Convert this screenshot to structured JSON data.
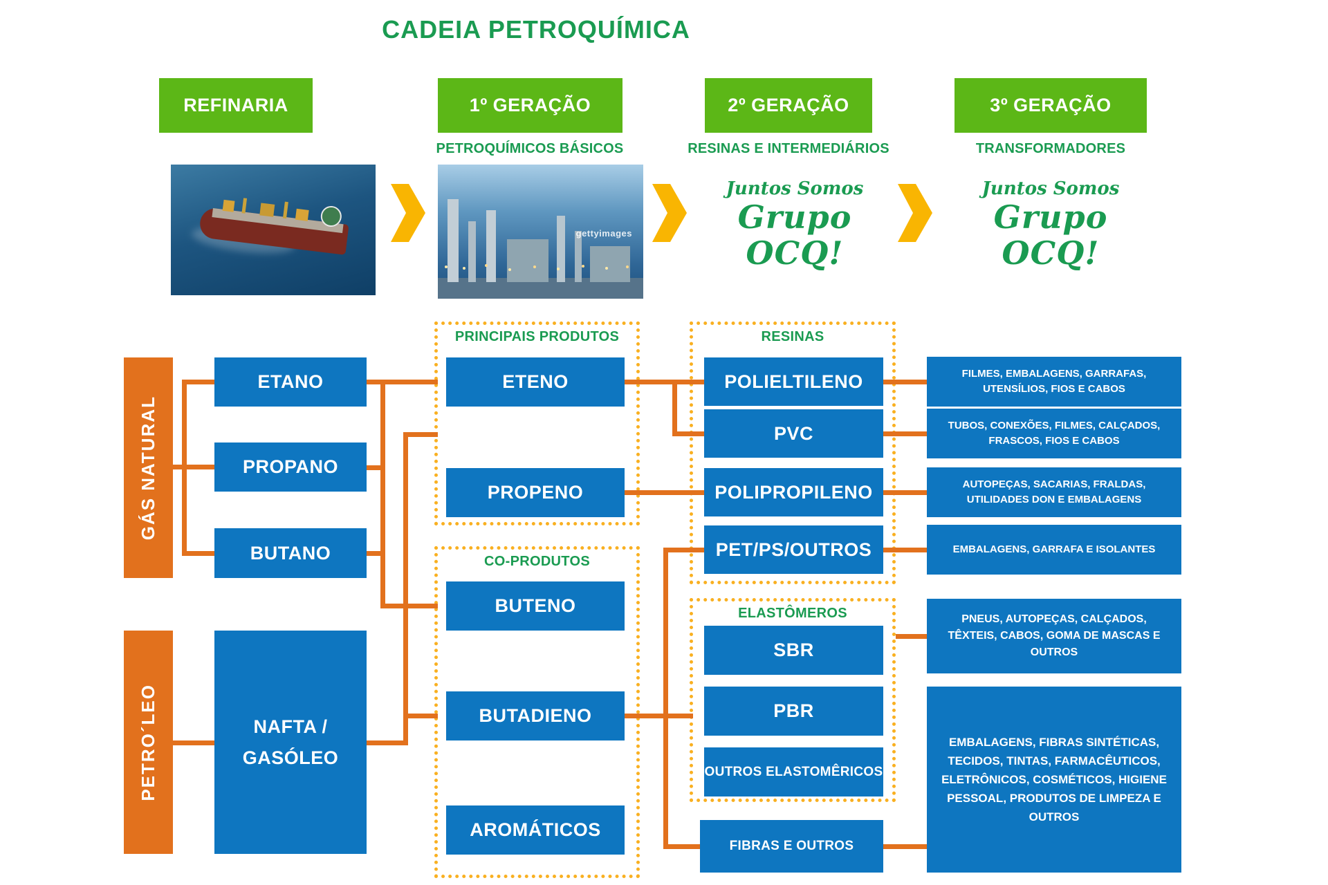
{
  "title": "CADEIA PETROQUÍMICA",
  "header": {
    "stages": [
      {
        "label": "REFINARIA",
        "subtitle": ""
      },
      {
        "label": "1º GERAÇÃO",
        "subtitle": "PETROQUÍMICOS BÁSICOS"
      },
      {
        "label": "2º GERAÇÃO",
        "subtitle": "RESINAS E INTERMEDIÁRIOS"
      },
      {
        "label": "3º GERAÇÃO",
        "subtitle": "TRANSFORMADORES"
      }
    ],
    "brand": {
      "line1": "Juntos Somos",
      "line2": "Grupo OCQ!"
    },
    "plant_watermark": "gettyimages"
  },
  "flow": {
    "source_gas": "GÁS NATURAL",
    "source_petroleo": "PETRO´LEO",
    "gas_products": [
      "ETANO",
      "PROPANO",
      "BUTANO"
    ],
    "nafta_line1": "NAFTA /",
    "nafta_line2": "GASÓLEO",
    "groups": {
      "principais": {
        "title": "PRINCIPAIS PRODUTOS",
        "items": [
          "ETENO",
          "PROPENO"
        ]
      },
      "coprodutos": {
        "title": "CO-PRODUTOS",
        "items": [
          "BUTENO",
          "BUTADIENO",
          "AROMÁTICOS"
        ]
      },
      "resinas": {
        "title": "RESINAS",
        "items": [
          "POLIELTILENO",
          "PVC",
          "POLIPROPILENO",
          "PET/PS/OUTROS"
        ]
      },
      "elastomeros": {
        "title": "ELASTÔMEROS",
        "items": [
          "SBR",
          "PBR",
          "OUTROS ELASTOMÊRICOS"
        ]
      }
    },
    "fibras": "FIBRAS E OUTROS",
    "applications": [
      "FILMES, EMBALAGENS, GARRAFAS, UTENSÍLIOS, FIOS E CABOS",
      "TUBOS, CONEXÕES, FILMES, CALÇADOS, FRASCOS, FIOS E CABOS",
      "AUTOPEÇAS, SACARIAS, FRALDAS, UTILIDADES DON E EMBALAGENS",
      "EMBALAGENS, GARRAFA E ISOLANTES",
      "PNEUS, AUTOPEÇAS, CALÇADOS, TÊXTEIS, CABOS, GOMA DE MASCAS E OUTROS",
      "EMBALAGENS, FIBRAS SINTÉTICAS, TECIDOS, TINTAS, FARMACÊUTICOS, ELETRÔNICOS, COSMÉTICOS, HIGIENE PESSOAL, PRODUTOS DE LIMPEZA E OUTROS"
    ]
  },
  "colors": {
    "green_box": "#5cb717",
    "green_text": "#1a9b51",
    "blue": "#0e76c0",
    "orange": "#e2711d",
    "dotted_yellow": "#f9b021",
    "chevron_yellow": "#f9b502"
  }
}
